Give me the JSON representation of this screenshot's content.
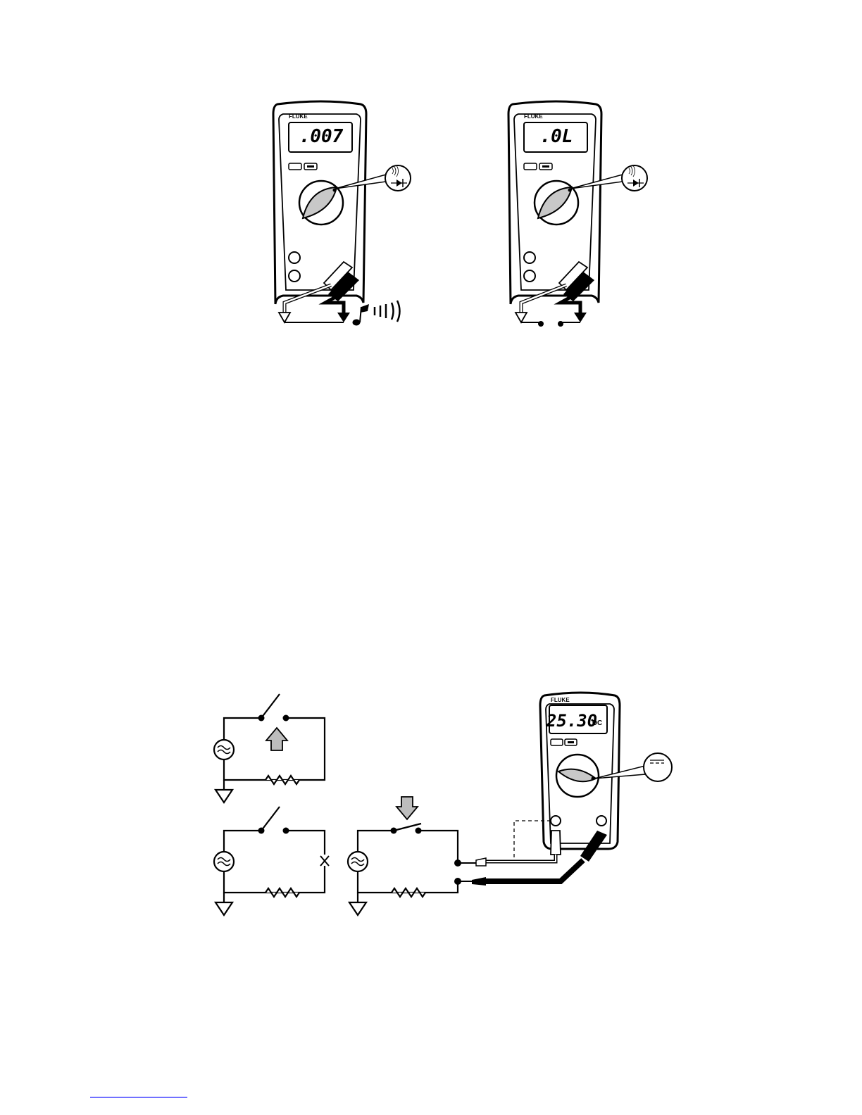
{
  "meters": [
    {
      "brand": "FLUKE",
      "reading": ".007",
      "mode": "continuity-diode"
    },
    {
      "brand": "FLUKE",
      "reading": ".0L",
      "mode": "continuity-diode"
    },
    {
      "brand": "FLUKE",
      "reading": "25.30",
      "unit": "DC",
      "mode": "dc-volts"
    }
  ],
  "icons": {
    "tone": "beeper-tone-icon",
    "diode": "diode-continuity-icon",
    "ac_source": "ac-source-icon",
    "ground": "ground-icon",
    "dc_volts": "dc-volts-icon"
  }
}
